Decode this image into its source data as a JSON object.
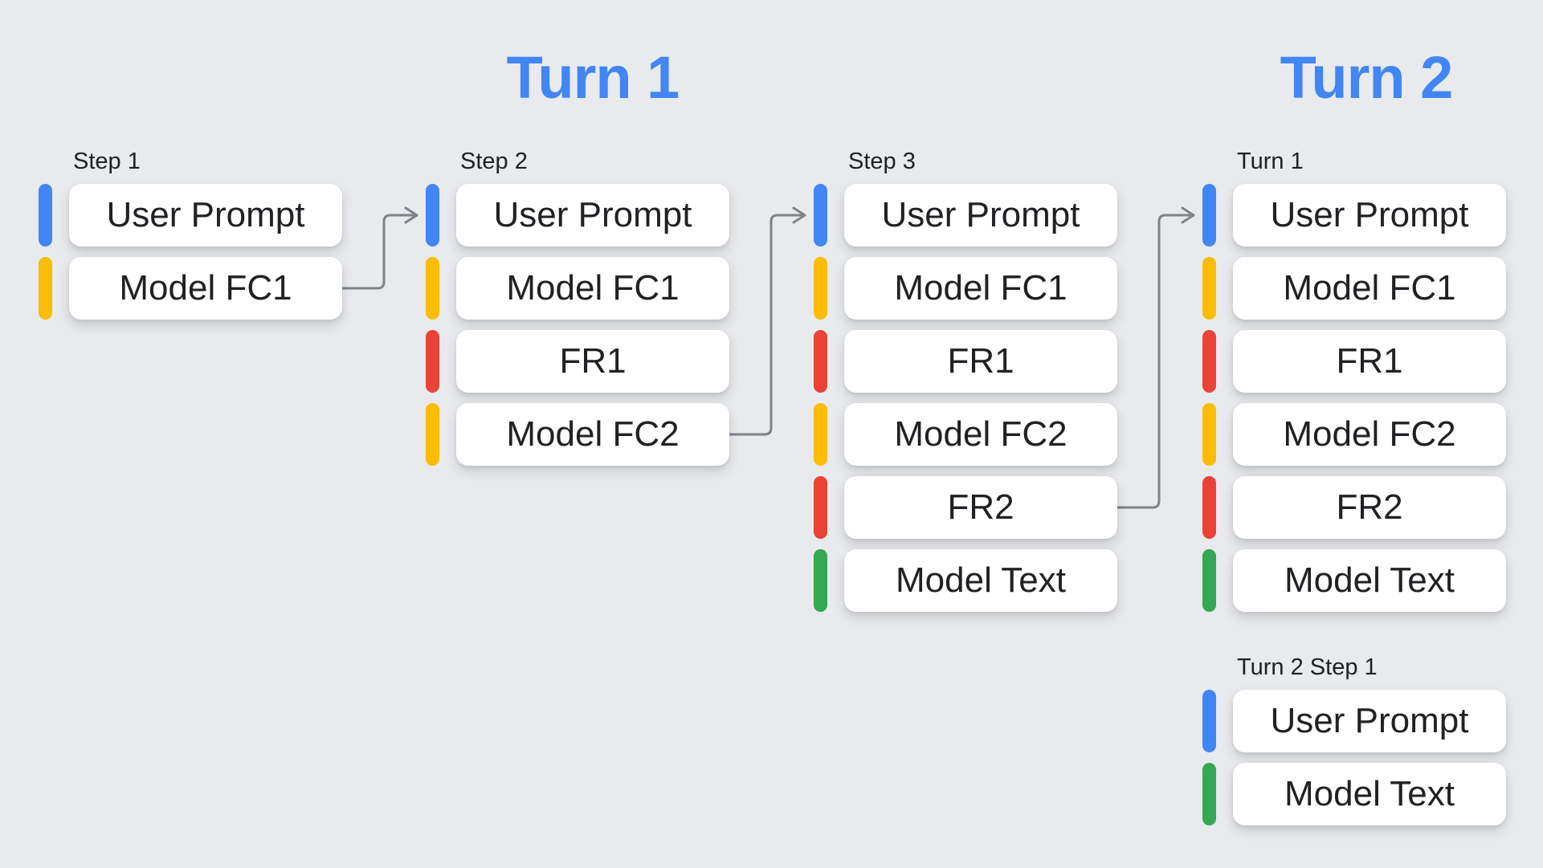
{
  "canvas": {
    "background": "#E8EAED"
  },
  "titles": [
    {
      "text": "Turn 1"
    },
    {
      "text": "Turn 2"
    }
  ],
  "styles": {
    "title_color": "#4285F4",
    "text_color": "#202124",
    "label_color": "#202124",
    "box_bg": "#FFFFFF",
    "arrow_color": "#7D8488",
    "bar_colors": {
      "user_prompt": "#4285F4",
      "model_fc": "#FBBC05",
      "function_response": "#EA4335",
      "model_text": "#34A853"
    }
  },
  "groups": [
    {
      "label": "Step 1",
      "items": [
        {
          "text": "User Prompt",
          "type": "user_prompt"
        },
        {
          "text": "Model FC1",
          "type": "model_fc"
        }
      ]
    },
    {
      "label": "Step 2",
      "items": [
        {
          "text": "User Prompt",
          "type": "user_prompt"
        },
        {
          "text": "Model FC1",
          "type": "model_fc"
        },
        {
          "text": "FR1",
          "type": "function_response"
        },
        {
          "text": "Model FC2",
          "type": "model_fc"
        }
      ]
    },
    {
      "label": "Step 3",
      "items": [
        {
          "text": "User Prompt",
          "type": "user_prompt"
        },
        {
          "text": "Model FC1",
          "type": "model_fc"
        },
        {
          "text": "FR1",
          "type": "function_response"
        },
        {
          "text": "Model FC2",
          "type": "model_fc"
        },
        {
          "text": "FR2",
          "type": "function_response"
        },
        {
          "text": "Model Text",
          "type": "model_text"
        }
      ]
    },
    {
      "label": "Turn 1",
      "items": [
        {
          "text": "User Prompt",
          "type": "user_prompt"
        },
        {
          "text": "Model FC1",
          "type": "model_fc"
        },
        {
          "text": "FR1",
          "type": "function_response"
        },
        {
          "text": "Model FC2",
          "type": "model_fc"
        },
        {
          "text": "FR2",
          "type": "function_response"
        },
        {
          "text": "Model Text",
          "type": "model_text"
        }
      ]
    },
    {
      "label": "Turn 2 Step 1",
      "items": [
        {
          "text": "User Prompt",
          "type": "user_prompt"
        },
        {
          "text": "Model Text",
          "type": "model_text"
        }
      ]
    }
  ],
  "connectors": [
    {
      "from_group": 0,
      "from_item": 1,
      "to_group": 1,
      "to_item": 0
    },
    {
      "from_group": 1,
      "from_item": 3,
      "to_group": 2,
      "to_item": 0
    },
    {
      "from_group": 2,
      "from_item": 4,
      "to_group": 3,
      "to_item": 0
    }
  ]
}
